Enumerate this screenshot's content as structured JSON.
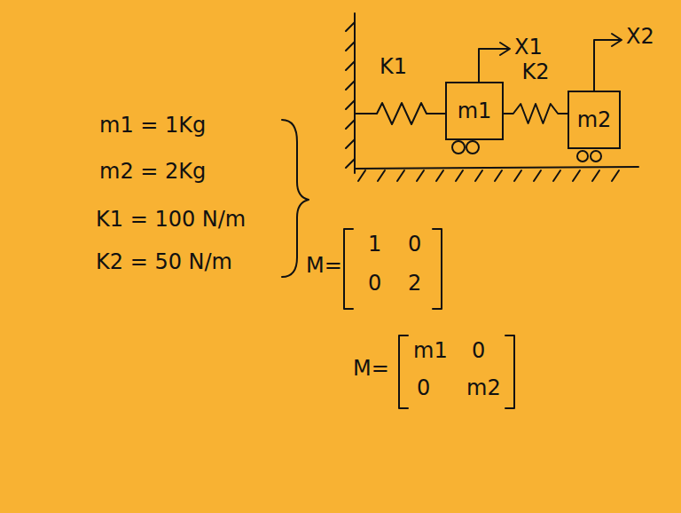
{
  "diagram": {
    "nodes": [
      {
        "text": [
          "m1"
        ]
      },
      {
        "text": [
          "m2"
        ]
      }
    ],
    "edges": [
      {
        "from": 0,
        "to": 1,
        "arrow": "none",
        "label": "K2"
      }
    ],
    "labels": [
      "K1",
      "X1",
      "X2",
      "m1 = 1Kg",
      "m2 = 2Kg",
      "K1 = 100 N/m",
      "K2 = 50 N/m",
      "M=",
      "1",
      "0",
      "0",
      "2",
      "M=",
      "m1",
      "0",
      "0",
      "m2"
    ]
  }
}
